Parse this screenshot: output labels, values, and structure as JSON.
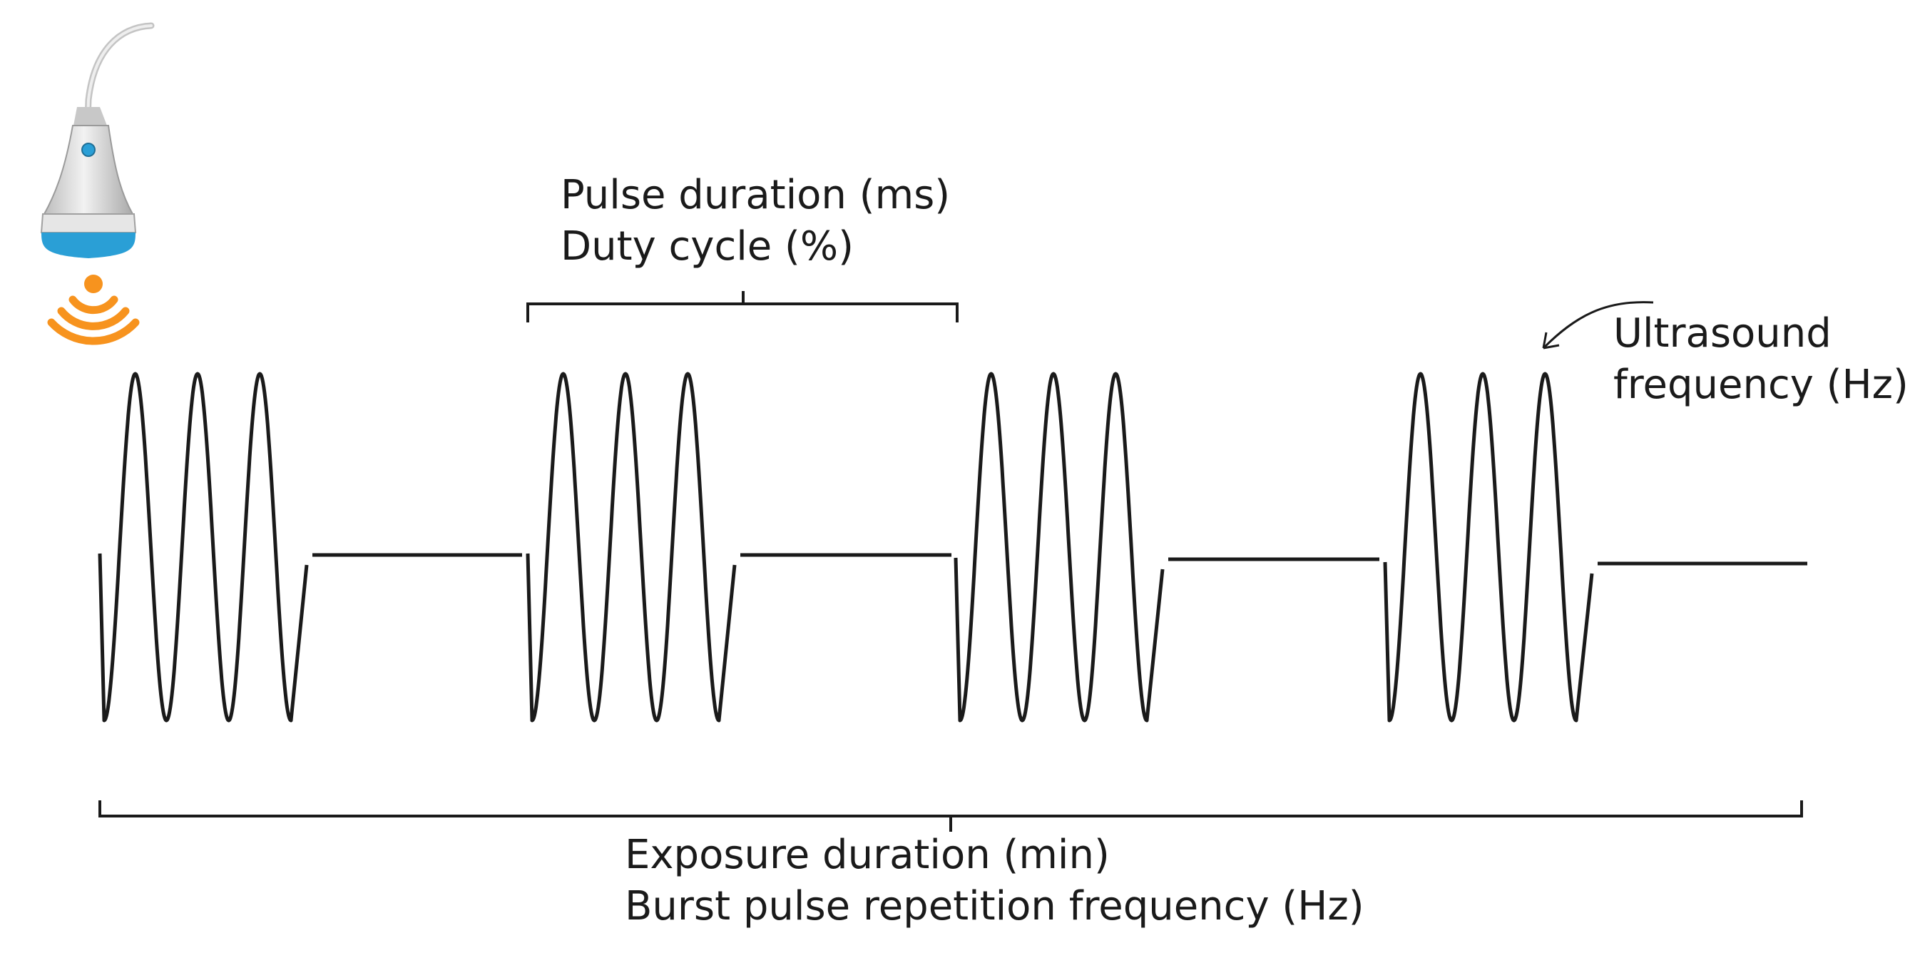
{
  "labels": {
    "pulse_duration": "Pulse duration (ms)",
    "duty_cycle": "Duty cycle (%)",
    "ultrasound_line1": "Ultrasound",
    "ultrasound_line2": "frequency (Hz)",
    "exposure_duration": "Exposure duration (min)",
    "burst_prf": "Burst pulse repetition frequency (Hz)"
  },
  "waveform": {
    "burst_count": 4,
    "cycles_per_burst": 3
  },
  "colors": {
    "line": "#1a1a1a",
    "transducer_body": "#dcdcdc",
    "transducer_accent": "#2a9fd6",
    "wave_emission": "#f7931e"
  },
  "icons": {
    "transducer": "ultrasound-transducer-icon",
    "emission": "ultrasound-emission-icon"
  }
}
